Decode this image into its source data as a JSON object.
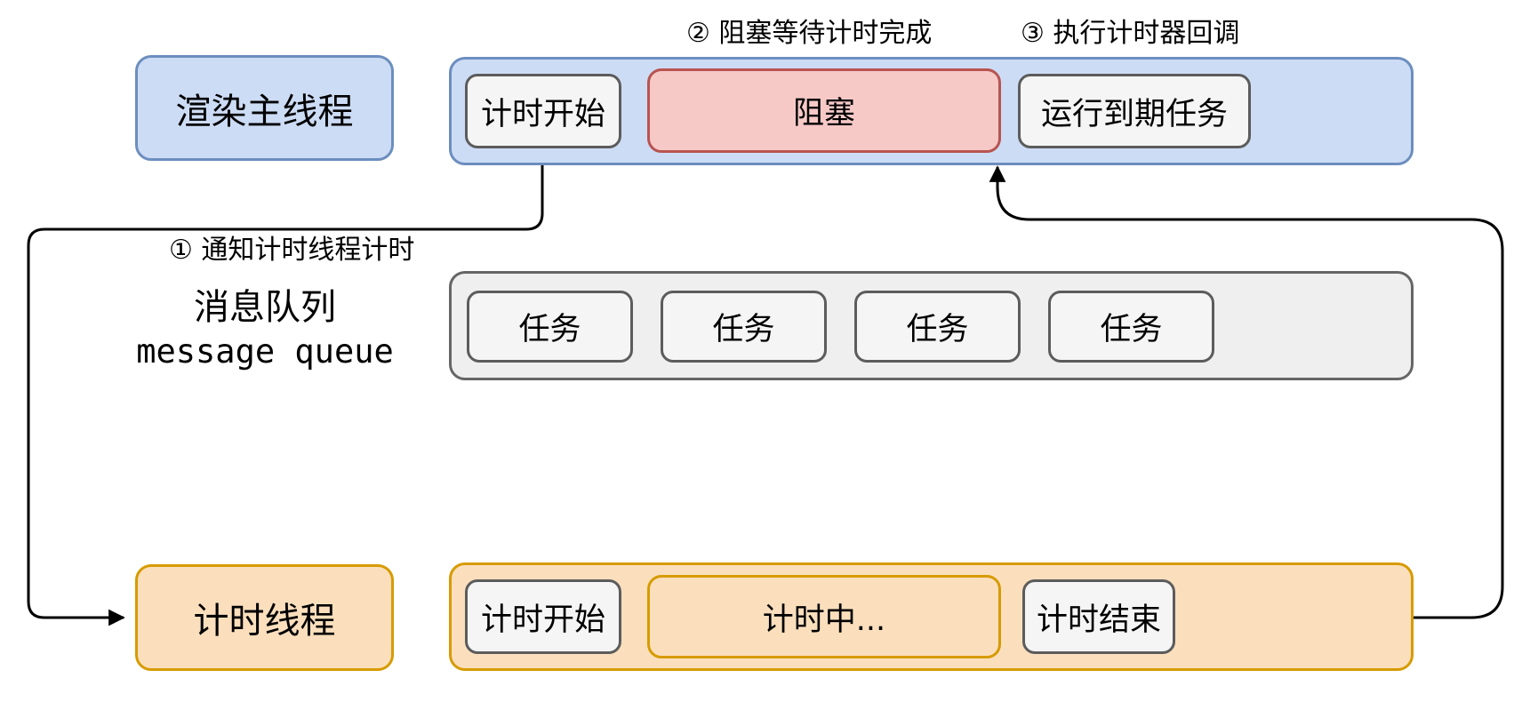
{
  "annotations": {
    "step1": "① 通知计时线程计时",
    "step2": "② 阻塞等待计时完成",
    "step3": "③ 执行计时器回调"
  },
  "main_thread": {
    "label": "渲染主线程",
    "timeline": [
      {
        "label": "计时开始"
      },
      {
        "label": "阻塞"
      },
      {
        "label": "运行到期任务"
      }
    ]
  },
  "message_queue": {
    "label_zh": "消息队列",
    "label_en": "message queue",
    "tasks": [
      "任务",
      "任务",
      "任务",
      "任务"
    ]
  },
  "timer_thread": {
    "label": "计时线程",
    "timeline": [
      {
        "label": "计时开始"
      },
      {
        "label": "计时中..."
      },
      {
        "label": "计时结束"
      }
    ]
  },
  "colors": {
    "blue_fill": "#cddcf5",
    "blue_border": "#6c8ebf",
    "red_fill": "#f6c9c7",
    "red_border": "#b85450",
    "orange_fill": "#fbdfbd",
    "orange_border": "#d79b00",
    "gray_fill": "#f5f5f5",
    "gray_border": "#5c5c5c",
    "queue_fill": "#efefef",
    "queue_border": "#666666",
    "line": "#000000"
  }
}
